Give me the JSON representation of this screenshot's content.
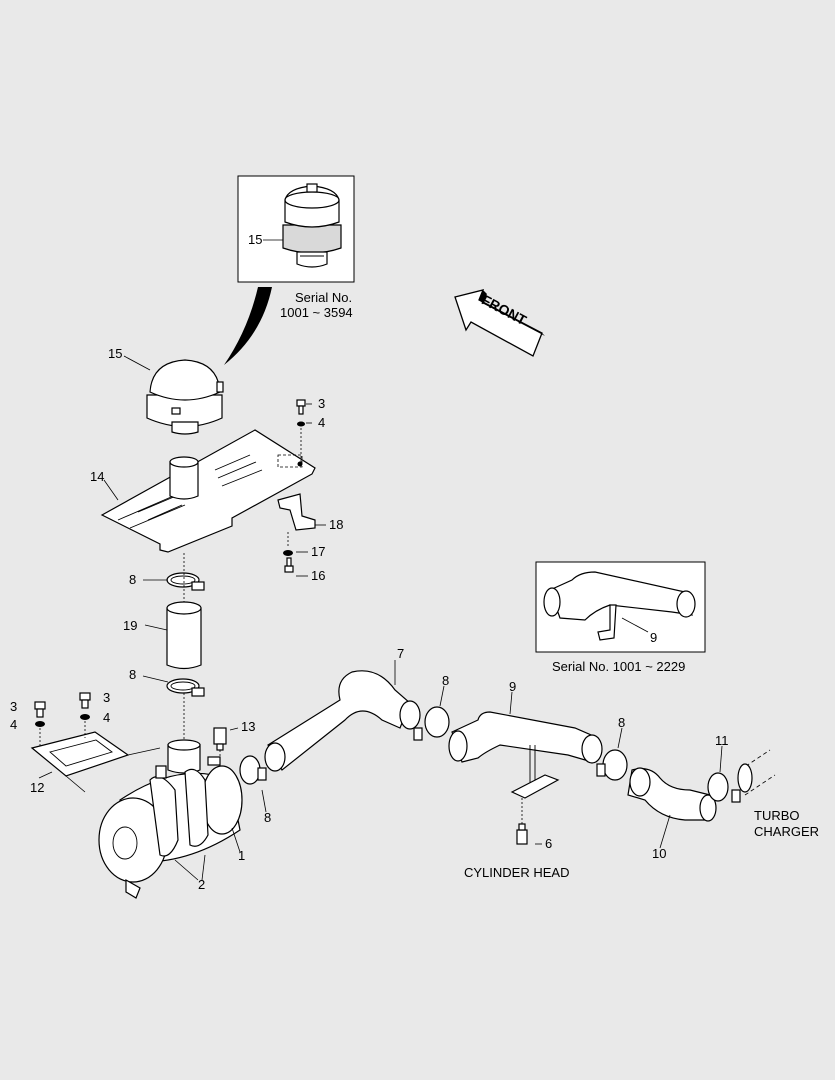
{
  "inset_top": {
    "serial_line1": "Serial No.",
    "serial_line2": "1001 ~ 3594",
    "part_label": "15"
  },
  "inset_right": {
    "serial": "Serial No. 1001 ~ 2229",
    "part_label": "9"
  },
  "front_arrow": {
    "text": "FRONT"
  },
  "callouts": {
    "c1": "1",
    "c2": "2",
    "c3a": "3",
    "c3b": "3",
    "c3c": "3",
    "c4a": "4",
    "c4b": "4",
    "c4c": "4",
    "c6": "6",
    "c7": "7",
    "c8a": "8",
    "c8b": "8",
    "c8c": "8",
    "c8d": "8",
    "c8e": "8",
    "c9": "9",
    "c10": "10",
    "c11": "11",
    "c12": "12",
    "c13": "13",
    "c14": "14",
    "c15": "15",
    "c16": "16",
    "c17": "17",
    "c18": "18",
    "c19": "19"
  },
  "annotations": {
    "cylinder_head": "CYLINDER HEAD",
    "turbo_line1": "TURBO",
    "turbo_line2": "CHARGER"
  }
}
